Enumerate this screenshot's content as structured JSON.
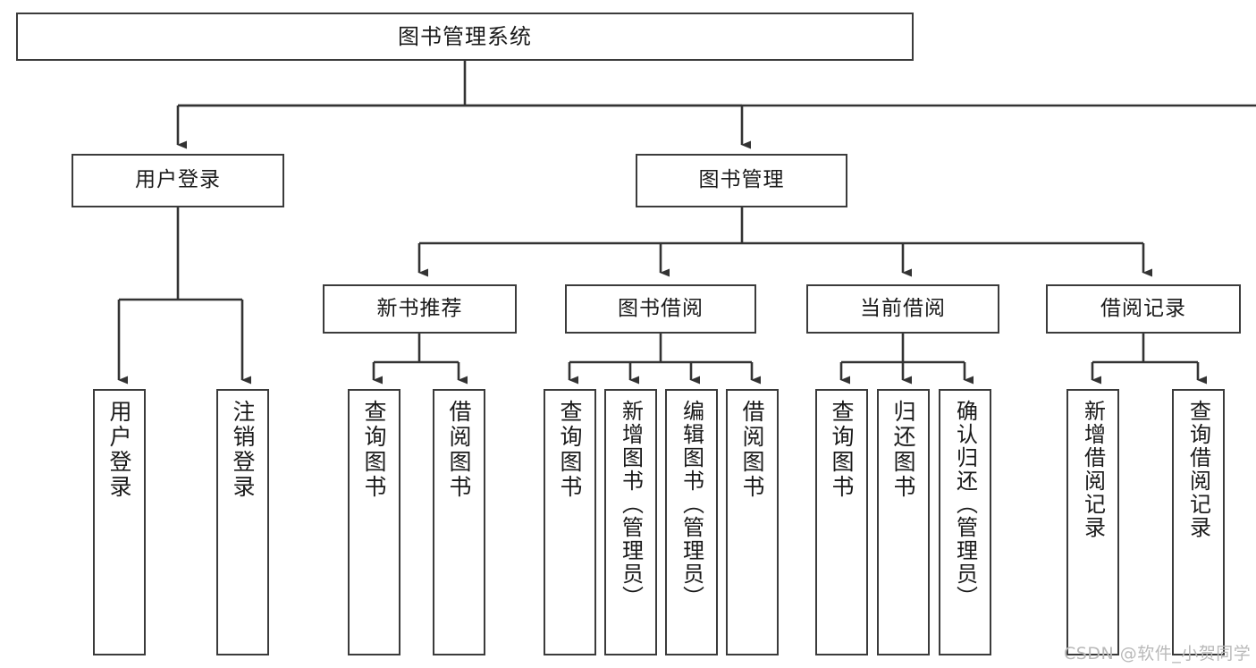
{
  "diagram": {
    "title": "图书管理系统",
    "type": "tree",
    "watermark": "CSDN @软件_小贺同学",
    "colors": {
      "box_border": "#3b3b3b",
      "box_fill": "#ffffff",
      "edge": "#333333",
      "text": "#1a1a1a",
      "watermark": "#b9b9b9"
    },
    "root": {
      "label": "图书管理系统"
    },
    "level2": [
      {
        "label": "用户登录"
      },
      {
        "label": "图书管理"
      }
    ],
    "level3": [
      {
        "label": "新书推荐"
      },
      {
        "label": "图书借阅"
      },
      {
        "label": "当前借阅"
      },
      {
        "label": "借阅记录"
      }
    ],
    "leaves": {
      "user_login": [
        {
          "label": "用户登录"
        },
        {
          "label": "注销登录"
        }
      ],
      "new_book": [
        {
          "label": "查询图书"
        },
        {
          "label": "借阅图书"
        }
      ],
      "book_borrow": [
        {
          "label": "查询图书"
        },
        {
          "label": "新增图书（管理员）"
        },
        {
          "label": "编辑图书（管理员）"
        },
        {
          "label": "借阅图书"
        }
      ],
      "current_borrow": [
        {
          "label": "查询图书"
        },
        {
          "label": "归还图书"
        },
        {
          "label": "确认归还（管理员）"
        }
      ],
      "borrow_record": [
        {
          "label": "新增借阅记录"
        },
        {
          "label": "查询借阅记录"
        }
      ]
    }
  }
}
